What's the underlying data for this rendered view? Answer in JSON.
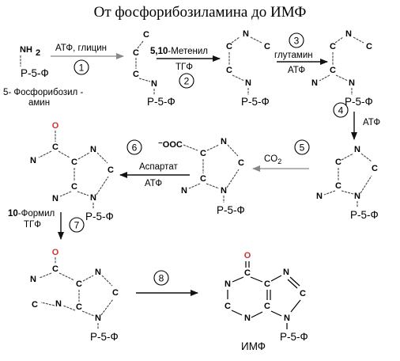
{
  "title": "От фосфорибозиламина до ИМФ",
  "atoms": {
    "N": "N",
    "C": "C",
    "O": "O",
    "NH": "NH",
    "sub2": "2",
    "CO": "CO",
    "ooc": "⁻OOC",
    "p5f": "P-5-Ф"
  },
  "start_label": {
    "line1": "5- Фосфорибозил -",
    "line2": "амин"
  },
  "steps": [
    {
      "number": "1",
      "reagent": "АТФ, глицин"
    },
    {
      "number": "2",
      "reagent_bold": "5,10",
      "reagent": "-Метенил",
      "reagent2": "ТГФ"
    },
    {
      "number": "3",
      "reagent": "глутамин",
      "reagent2": "АТФ"
    },
    {
      "number": "4",
      "reagent": "АТФ"
    },
    {
      "number": "5",
      "reagent": "CO",
      "reagent_sub": "2"
    },
    {
      "number": "6",
      "reagent": "Аспартат",
      "reagent2": "АТФ"
    },
    {
      "number": "7",
      "reagent_bold": "10",
      "reagent": "-Формил",
      "reagent2": "ТГФ"
    },
    {
      "number": "8"
    }
  ],
  "product_label": "ИМФ",
  "colors": {
    "arrow_dark": "#111111",
    "arrow_gray": "#888888",
    "oxygen": "#cc3333"
  }
}
